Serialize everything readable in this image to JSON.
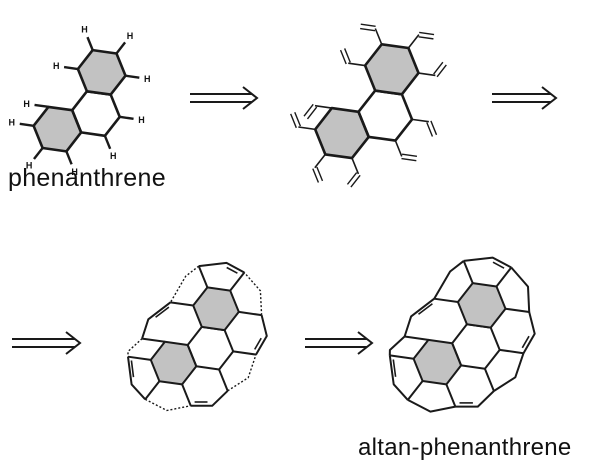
{
  "labels": {
    "start_molecule": "phenanthrene",
    "final_molecule": "altan-phenanthrene"
  },
  "atom_label": "H",
  "colors": {
    "ring_fill": "#c2c2c2",
    "bond": "#1a1a1a"
  },
  "steps": [
    {
      "structure": "phenanthrene with H atoms"
    },
    {
      "structure": "phenanthrene with vinyl groups"
    },
    {
      "structure": "altan intermediate with dashed new bonds"
    },
    {
      "structure": "altan-phenanthrene"
    }
  ],
  "arrows": [
    "double-arrow",
    "double-arrow",
    "double-arrow",
    "double-arrow"
  ]
}
